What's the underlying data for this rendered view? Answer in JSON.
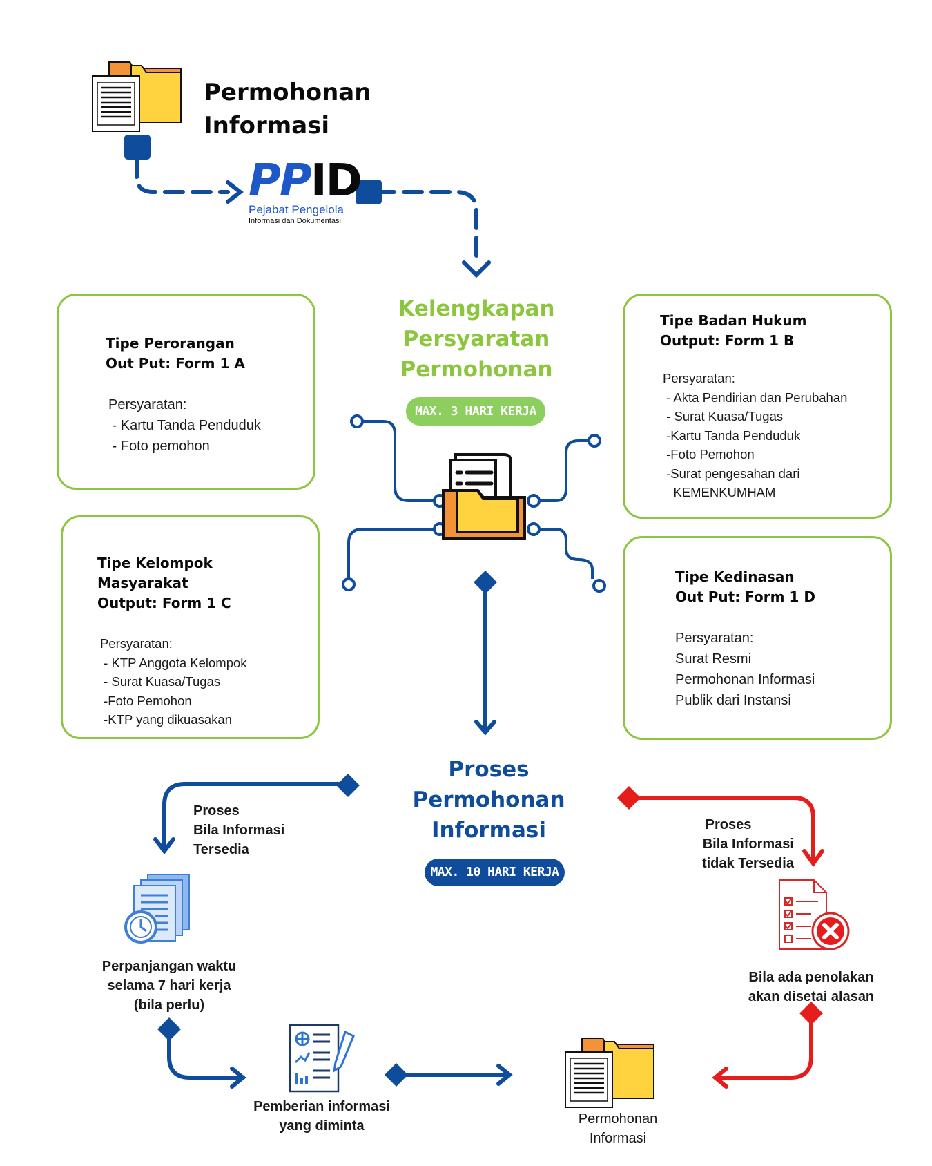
{
  "header": {
    "title_line1": "Permohonan",
    "title_line2": "Informasi"
  },
  "logo": {
    "mark_pp": "PP",
    "mark_id": "ID",
    "subtitle": "Pejabat Pengelola",
    "subtitle2": "Informasi dan Dokumentasi"
  },
  "requirements": {
    "title_line1": "Kelengkapan",
    "title_line2": "Persyaratan",
    "title_line3": "Permohonan",
    "deadline": "MAX. 3 HARI KERJA"
  },
  "card_a": {
    "title1": "Tipe Perorangan",
    "title2": "Out Put: Form 1 A",
    "heading": "Persyaratan:",
    "items": [
      " - Kartu Tanda Penduduk",
      " - Foto pemohon"
    ]
  },
  "card_b": {
    "title1": "Tipe Badan Hukum",
    "title2": "Output: Form 1 B",
    "heading": "Persyaratan:",
    "items": [
      " - Akta Pendirian dan Perubahan",
      " - Surat Kuasa/Tugas",
      " -Kartu Tanda Penduduk",
      " -Foto Pemohon",
      " -Surat pengesahan dari",
      "   KEMENKUMHAM"
    ]
  },
  "card_c": {
    "title1": "Tipe Kelompok",
    "title2": "Masyarakat",
    "title3": "Output: Form 1 C",
    "heading": "Persyaratan:",
    "items": [
      " - KTP Anggota Kelompok",
      " - Surat Kuasa/Tugas",
      " -Foto Pemohon",
      " -KTP yang dikuasakan"
    ]
  },
  "card_d": {
    "title1": "Tipe Kedinasan",
    "title2": "Out Put: Form 1 D",
    "heading": "Persyaratan:",
    "items": [
      "Surat Resmi",
      "Permohonan Informasi",
      "Publik dari Instansi"
    ]
  },
  "process": {
    "title_line1": "Proses",
    "title_line2": "Permohonan",
    "title_line3": "Informasi",
    "deadline": "MAX. 10 HARI KERJA"
  },
  "available": {
    "line1": "Proses",
    "line2": "Bila Informasi",
    "line3": "Tersedia"
  },
  "unavailable": {
    "line1": "Proses",
    "line2": "Bila Informasi",
    "line3": "tidak Tersedia"
  },
  "extension": {
    "line1": "Perpanjangan waktu",
    "line2": "selama 7 hari kerja",
    "line3": "(bila perlu)"
  },
  "rejection": {
    "line1": "Bila ada penolakan",
    "line2": "akan disetai alasan"
  },
  "delivery": {
    "line1": "Pemberian informasi",
    "line2": "yang diminta"
  },
  "final": {
    "line1": "Permohonan",
    "line2": "Informasi"
  },
  "colors": {
    "blue": "#0f4c9c",
    "green": "#8cc63f",
    "red": "#e51d1d",
    "folder_yellow": "#ffd23f",
    "folder_orange": "#f39237"
  },
  "icons": [
    "folder-document-icon",
    "ppid-logo",
    "document-folder-icon",
    "document-clock-icon",
    "rejected-checklist-icon",
    "report-analysis-icon"
  ]
}
